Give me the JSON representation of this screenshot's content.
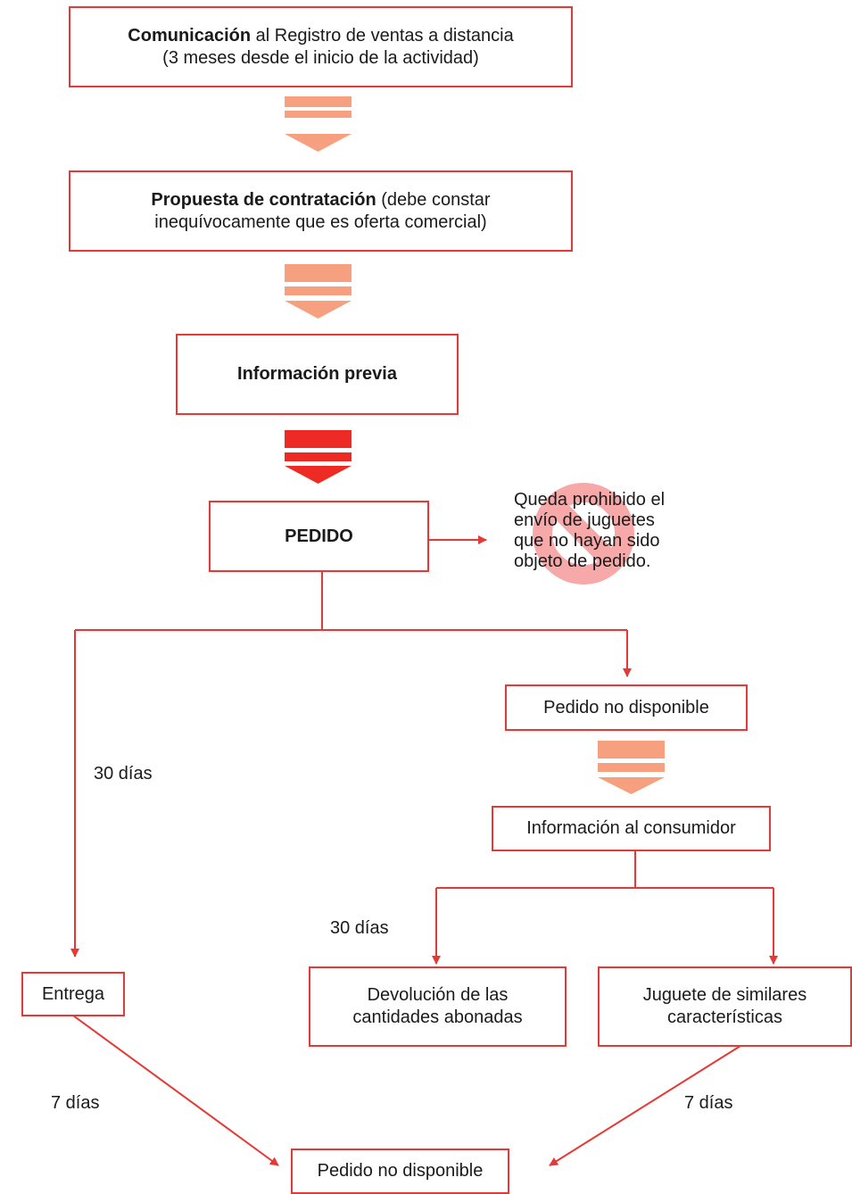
{
  "colors": {
    "line": "#e53935",
    "arrow_light": "#f7a07f",
    "arrow_strong": "#ee2a24",
    "prohibited": "#f7a8a8"
  },
  "icons": {
    "prohibited": "prohibited-sign-icon",
    "block_arrow": "down-block-arrow-icon"
  },
  "nodes": {
    "comunicacion": {
      "bold": "Comunicación",
      "rest": " al Registro de ventas a distancia",
      "line2": "(3 meses desde el inicio de la actividad)"
    },
    "propuesta": {
      "bold": "Propuesta de contratación",
      "rest": " (debe constar",
      "line2": "inequívocamente que es oferta comercial)"
    },
    "informacion_previa": "Información previa",
    "pedido": "PEDIDO",
    "prohibicion": [
      "Queda prohibido el",
      "envío de juguetes",
      "que no hayan sido",
      "objeto de pedido."
    ],
    "pedido_no_disponible_1": "Pedido no disponible",
    "informacion_consumidor": "Información al consumidor",
    "devolucion": [
      "Devolución de las",
      "cantidades abonadas"
    ],
    "juguete": [
      "Juguete de similares",
      "características"
    ],
    "entrega": "Entrega",
    "pedido_no_disponible_2": "Pedido no disponible"
  },
  "edge_labels": {
    "left_30": "30 días",
    "right_30": "30 días",
    "left_7": "7 días",
    "right_7": "7 días"
  }
}
